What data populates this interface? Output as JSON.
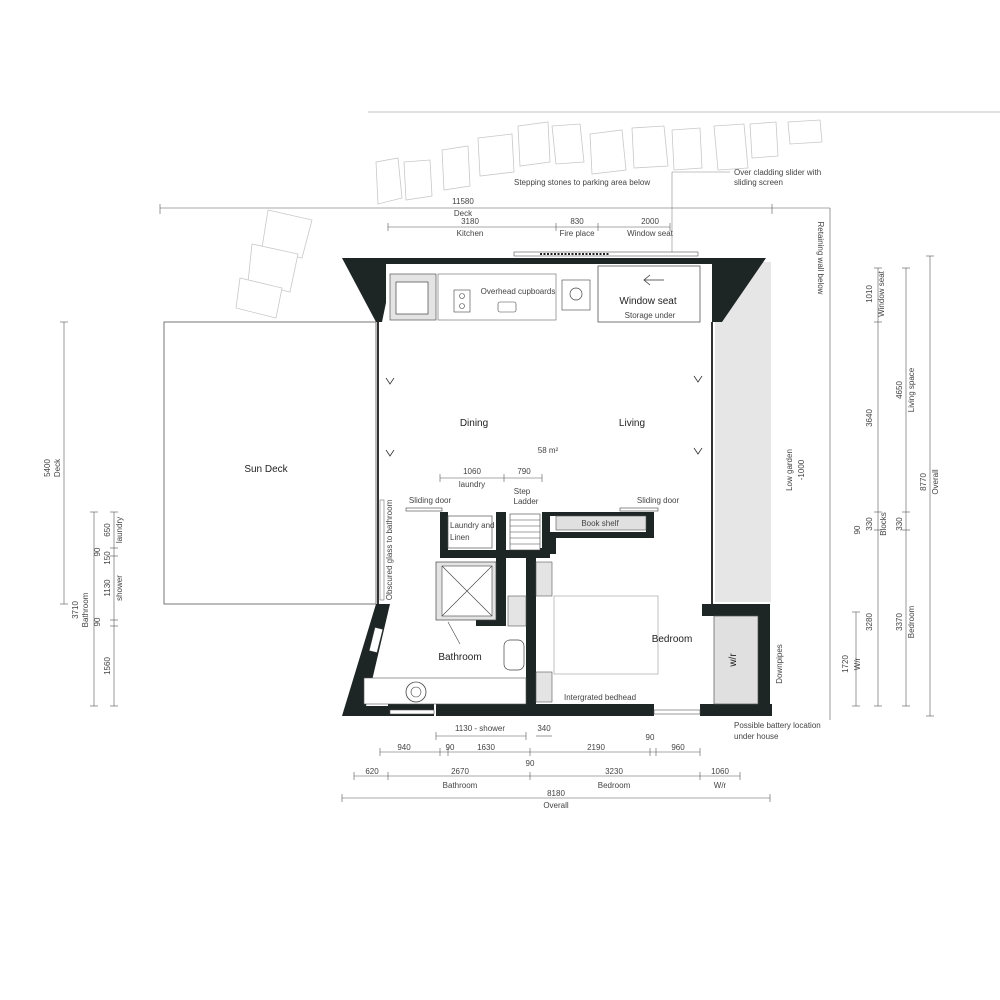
{
  "labels": {
    "stepping_stones": "Stepping stones to parking area below",
    "over_cladding": "Over cladding slider with",
    "sliding_screen": "sliding screen",
    "retaining_wall": "Retaining wall below",
    "overhead_cupboards": "Overhead cupboards",
    "window_seat": "Window seat",
    "storage_under": "Storage under",
    "dining": "Dining",
    "living": "Living",
    "area": "58 m²",
    "sun_deck": "Sun Deck",
    "low_garden": "Low garden",
    "low_garden_level": "-1000",
    "sliding_door_left": "Sliding door",
    "sliding_door_right": "Sliding door",
    "laundry_linen_1": "Laundry and",
    "laundry_linen_2": "Linen",
    "book_shelf": "Book shelf",
    "obscured_glass": "Obscured glass to bathroom",
    "bathroom": "Bathroom",
    "bedroom": "Bedroom",
    "wr": "w/r",
    "integrated_bedhead": "Intergrated bedhead",
    "downpipes": "Downpipes",
    "battery_1": "Possible battery location",
    "battery_2": "under house",
    "step_1": "Step",
    "step_2": "Ladder"
  },
  "dims_top": {
    "overall": "11580",
    "deck": "Deck",
    "kitchen_val": "3180",
    "kitchen": "Kitchen",
    "fireplace_val": "830",
    "fireplace": "Fire place",
    "windowseat_val": "2000",
    "windowseat": "Window seat"
  },
  "dims_inner": {
    "laundry_val": "1060",
    "laundry": "laundry",
    "ladder_val": "790"
  },
  "dims_bottom": {
    "shower_val": "1130 - shower",
    "b340": "340",
    "r1": [
      "940",
      "90",
      "1630"
    ],
    "r1_right": [
      "2190",
      "90",
      "960"
    ],
    "mid90": "90",
    "r2": [
      "620",
      "2670",
      "3230",
      "1060"
    ],
    "r2_labels": [
      "Bathroom",
      "Bedroom",
      "W/r"
    ],
    "overall_val": "8180",
    "overall": "Overall"
  },
  "dims_left": {
    "deck_val": "5400",
    "deck": "Deck",
    "bath_val": "3710",
    "bath": "Bathroom",
    "laundry_val": "650",
    "laundry": "laundry",
    "v90a": "90",
    "v150": "150",
    "shower_val": "1130",
    "shower": "shower",
    "v90b": "90",
    "v1560": "1560"
  },
  "dims_right": {
    "ws_val": "1010",
    "ws": "Window seat",
    "living_val": "4650",
    "living": "Living space",
    "v3640": "3640",
    "overall_val": "8770",
    "overall": "Overall",
    "v90": "90",
    "blocks_val": "330",
    "blocks": "Blocks",
    "blocks_val2": "330",
    "bed_val": "3370",
    "bed": "Bedroom",
    "v3280": "3280",
    "wr_val": "1720",
    "wr": "W/r"
  }
}
